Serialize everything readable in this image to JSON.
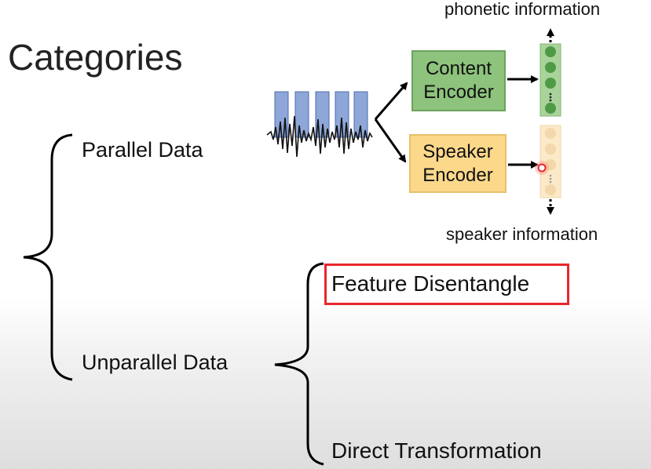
{
  "title": "Categories",
  "tree": {
    "parallel": "Parallel Data",
    "unparallel": "Unparallel Data",
    "feature_disentangle": "Feature Disentangle",
    "direct_transformation": "Direct Transformation"
  },
  "diagram": {
    "content_encoder": [
      "Content",
      "Encoder"
    ],
    "speaker_encoder": [
      "Speaker",
      "Encoder"
    ],
    "phonetic_output": "phonetic information",
    "speaker_output": "speaker information",
    "colors": {
      "content_encoder_fill": "#8dc37c",
      "speaker_encoder_fill": "#fcd88b",
      "spectrogram_bars": "#8ea7d8",
      "highlight_box": "#e8272b"
    },
    "icons": {
      "spectrogram": "spectrogram-icon",
      "waveform": "audio-waveform-icon",
      "content_vector": "latent-vector-icon",
      "speaker_vector": "latent-vector-icon",
      "pointer": "laser-pointer-icon"
    }
  }
}
